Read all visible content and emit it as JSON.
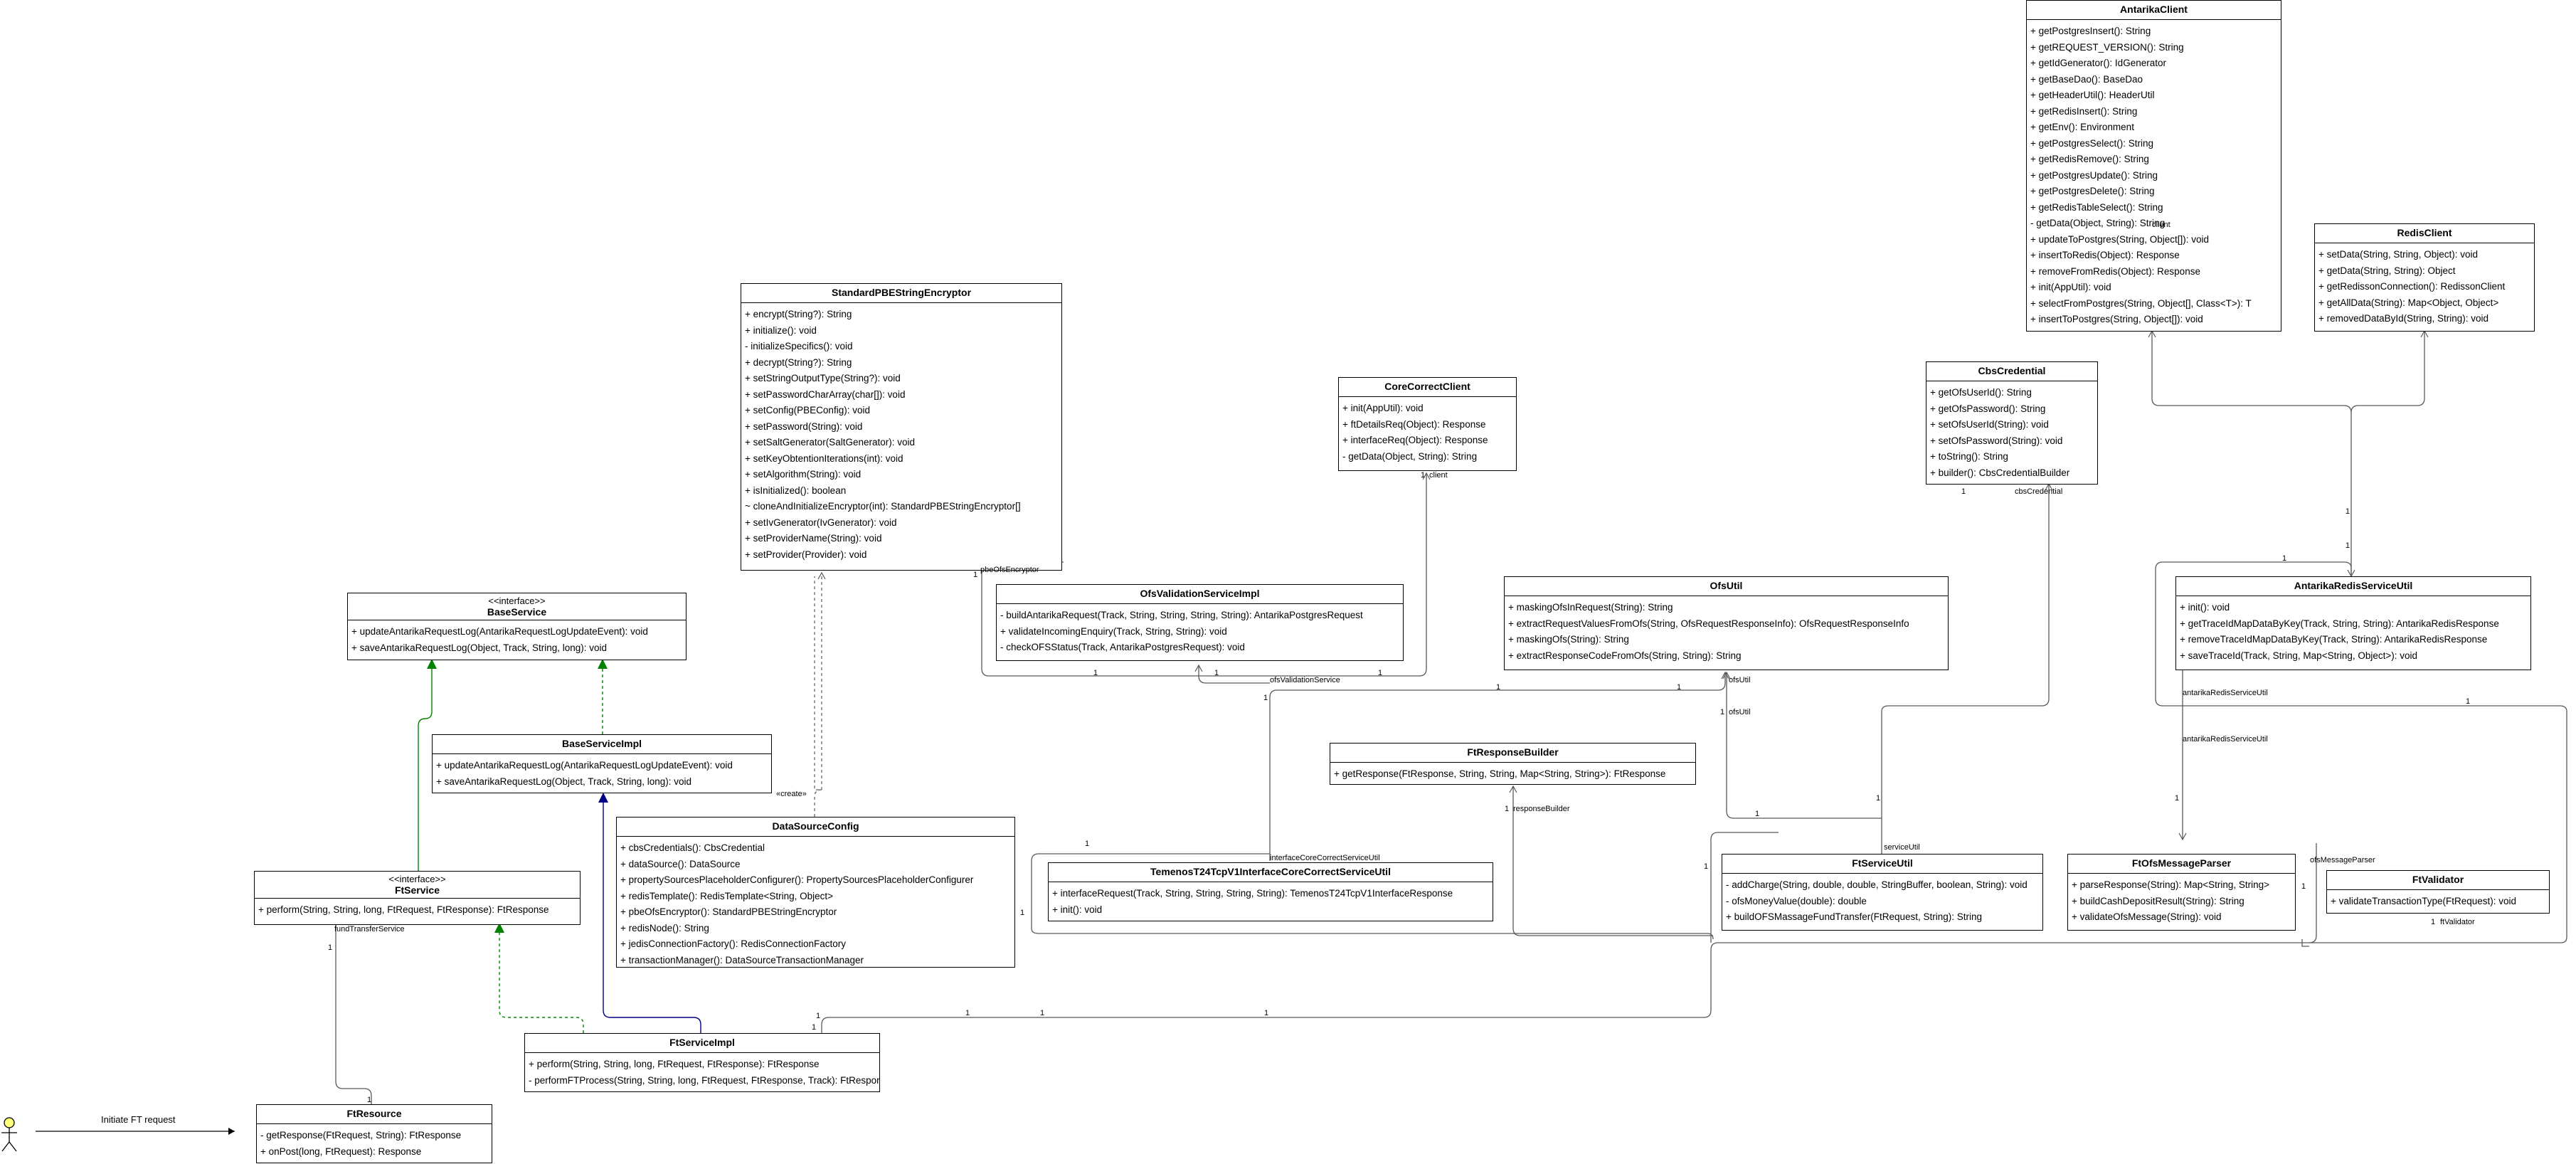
{
  "classes": {
    "antarika_client": {
      "title": "AntarikaClient",
      "stereotype": "",
      "members": [
        "+ getPostgresInsert(): String",
        "+ getREQUEST_VERSION(): String",
        "+ getIdGenerator(): IdGenerator",
        "+ getBaseDao(): BaseDao",
        "+ getHeaderUtil(): HeaderUtil",
        "+ getRedisInsert(): String",
        "+ getEnv(): Environment",
        "+ getPostgresSelect(): String",
        "+ getRedisRemove(): String",
        "+ getPostgresUpdate(): String",
        "+ getPostgresDelete(): String",
        "+ getRedisTableSelect(): String",
        "- getData(Object, String): String",
        "+ updateToPostgres(String, Object[]): void",
        "+ insertToRedis(Object): Response",
        "+ removeFromRedis(Object): Response",
        "+ init(AppUtil): void",
        "+ selectFromPostgres(String, Object[], Class<T>): T",
        "+ insertToPostgres(String, Object[]): void"
      ]
    },
    "redis_client": {
      "title": "RedisClient",
      "stereotype": "",
      "members": [
        "+ setData(String, String, Object): void",
        "+ getData(String, String): Object",
        "+ getRedissonConnection(): RedissonClient",
        "+ getAllData(String): Map<Object, Object>",
        "+ removedDataById(String, String): void"
      ]
    },
    "cbs_credential": {
      "title": "CbsCredential",
      "stereotype": "",
      "members": [
        "+ getOfsUserId(): String",
        "+ getOfsPassword(): String",
        "+ setOfsUserId(String): void",
        "+ setOfsPassword(String): void",
        "+ toString(): String",
        "+ builder(): CbsCredentialBuilder"
      ]
    },
    "standard_pbe": {
      "title": "StandardPBEStringEncryptor",
      "stereotype": "",
      "members": [
        "+ encrypt(String?): String",
        "+ initialize(): void",
        "- initializeSpecifics(): void",
        "+ decrypt(String?): String",
        "+ setStringOutputType(String?): void",
        "+ setPasswordCharArray(char[]): void",
        "+ setConfig(PBEConfig): void",
        "+ setPassword(String): void",
        "+ setSaltGenerator(SaltGenerator): void",
        "+ setKeyObtentionIterations(int): void",
        "+ setAlgorithm(String): void",
        "+ isInitialized(): boolean",
        "~ cloneAndInitializeEncryptor(int): StandardPBEStringEncryptor[]",
        "+ setIvGenerator(IvGenerator): void",
        "+ setProviderName(String): void",
        "+ setProvider(Provider): void"
      ]
    },
    "core_correct_client": {
      "title": "CoreCorrectClient",
      "stereotype": "",
      "members": [
        "+ init(AppUtil): void",
        "+ ftDetailsReq(Object): Response",
        "+ interfaceReq(Object): Response",
        "- getData(Object, String): String"
      ]
    },
    "base_service": {
      "title": "BaseService",
      "stereotype": "<<interface>>",
      "members": [
        "+ updateAntarikaRequestLog(AntarikaRequestLogUpdateEvent): void",
        "+ saveAntarikaRequestLog(Object, Track, String, long): void"
      ]
    },
    "ofs_validation_service_impl": {
      "title": "OfsValidationServiceImpl",
      "stereotype": "",
      "members": [
        "- buildAntarikaRequest(Track, String, String, String, String): AntarikaPostgresRequest",
        "+ validateIncomingEnquiry(Track, String, String): void",
        "- checkOFSStatus(Track, AntarikaPostgresRequest): void"
      ]
    },
    "ofs_util": {
      "title": "OfsUtil",
      "stereotype": "",
      "members": [
        "+ maskingOfsInRequest(String): String",
        "+ extractRequestValuesFromOfs(String, OfsRequestResponseInfo): OfsRequestResponseInfo",
        "+ maskingOfs(String): String",
        "+ extractResponseCodeFromOfs(String, String): String"
      ]
    },
    "antarika_redis_service_util": {
      "title": "AntarikaRedisServiceUtil",
      "stereotype": "",
      "members": [
        "+ init(): void",
        "+ getTraceIdMapDataByKey(Track, String, String): AntarikaRedisResponse",
        "+ removeTraceIdMapDataByKey(Track, String): AntarikaRedisResponse",
        "+ saveTraceId(Track, String, Map<String, Object>): void"
      ]
    },
    "base_service_impl": {
      "title": "BaseServiceImpl",
      "stereotype": "",
      "members": [
        "+ updateAntarikaRequestLog(AntarikaRequestLogUpdateEvent): void",
        "+ saveAntarikaRequestLog(Object, Track, String, long): void"
      ]
    },
    "ft_response_builder": {
      "title": "FtResponseBuilder",
      "stereotype": "",
      "members": [
        "+ getResponse(FtResponse, String, String, Map<String, String>): FtResponse"
      ]
    },
    "data_source_config": {
      "title": "DataSourceConfig",
      "stereotype": "",
      "members": [
        "+ cbsCredentials(): CbsCredential",
        "+ dataSource(): DataSource",
        "+ propertySourcesPlaceholderConfigurer(): PropertySourcesPlaceholderConfigurer",
        "+ redisTemplate(): RedisTemplate<String, Object>",
        "+ pbeOfsEncryptor(): StandardPBEStringEncryptor",
        "+ redisNode(): String",
        "+ jedisConnectionFactory(): RedisConnectionFactory",
        "+ transactionManager(): DataSourceTransactionManager"
      ]
    },
    "ft_service": {
      "title": "FtService",
      "stereotype": "<<interface>>",
      "members": [
        "+ perform(String, String, long, FtRequest, FtResponse): FtResponse"
      ]
    },
    "temenos": {
      "title": "TemenosT24TcpV1InterfaceCoreCorrectServiceUtil",
      "stereotype": "",
      "members": [
        "+ interfaceRequest(Track, String, String, String, String): TemenosT24TcpV1InterfaceResponse",
        "+ init(): void"
      ]
    },
    "ft_service_util": {
      "title": "FtServiceUtil",
      "stereotype": "",
      "members": [
        "- addCharge(String, double, double, StringBuffer, boolean, String): void",
        "- ofsMoneyValue(double): double",
        "+ buildOFSMassageFundTransfer(FtRequest, String): String"
      ]
    },
    "ft_ofs_message_parser": {
      "title": "FtOfsMessageParser",
      "stereotype": "",
      "members": [
        "+ parseResponse(String): Map<String, String>",
        "+ buildCashDepositResult(String): String",
        "+ validateOfsMessage(String): void"
      ]
    },
    "ft_validator": {
      "title": "FtValidator",
      "stereotype": "",
      "members": [
        "+ validateTransactionType(FtRequest): void"
      ]
    },
    "ft_service_impl": {
      "title": "FtServiceImpl",
      "stereotype": "",
      "members": [
        "+ perform(String, String, long, FtRequest, FtResponse): FtResponse",
        "- performFTProcess(String, String, long, FtRequest, FtResponse, Track): FtResponse"
      ]
    },
    "ft_resource": {
      "title": "FtResource",
      "stereotype": "",
      "members": [
        "- getResponse(FtRequest, String): FtResponse",
        "+ onPost(long, FtRequest): Response"
      ]
    }
  },
  "edge_labels": {
    "client_role": "client",
    "redis_client_role": "redisClient",
    "cbs_credential_role": "cbsCredential",
    "pbe_role": "pbeOfsEncryptor",
    "ofs_validation_role": "ofsValidationService",
    "ofs_util_role_a": "ofsUtil",
    "ofs_util_role_b": "ofsUtil",
    "redis_service_util_role_a": "antarikaRedisServiceUtil",
    "redis_service_util_role_b": "antarikaRedisServiceUtil",
    "service_util_role": "serviceUtil",
    "ofs_message_parser_role": "ofsMessageParser",
    "response_builder_role": "responseBuilder",
    "interface_core_role": "interfaceCoreCorrectServiceUtil",
    "fund_transfer_role": "fundTransferService",
    "validator_role": "ftValidator",
    "create_label": "«create»",
    "multiplicity": "1"
  },
  "actor": {
    "message": "Initiate FT request"
  },
  "colors": {
    "generalization_interface": "#008200",
    "generalization_class": "#000082",
    "line": "#595959"
  }
}
